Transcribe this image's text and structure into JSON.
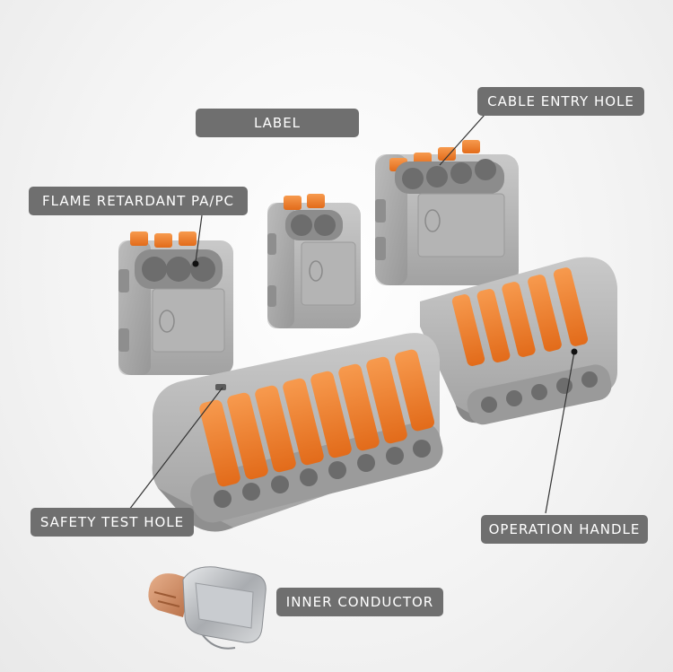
{
  "labels": {
    "label": "LABEL",
    "cable_entry_hole": "CABLE ENTRY HOLE",
    "flame_retardant": "FLAME RETARDANT PA/PC",
    "safety_test_hole": "SAFETY TEST HOLE",
    "operation_handle": "OPERATION HANDLE",
    "inner_conductor": "INNER CONDUCTOR"
  },
  "colors": {
    "housing_gray": "#a9a9a9",
    "lever_orange": "#f07d2a",
    "tag_gray": "#6f6f6f",
    "copper": "#c98a62",
    "steel": "#b9bcc0"
  }
}
